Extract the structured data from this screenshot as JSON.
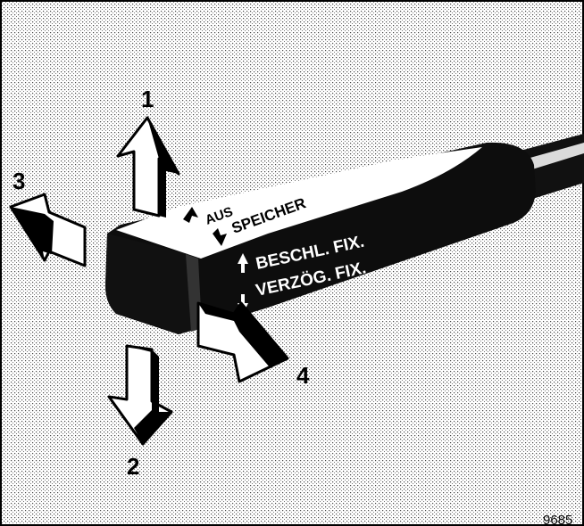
{
  "arrows": [
    {
      "id": "1",
      "label": "1"
    },
    {
      "id": "2",
      "label": "2"
    },
    {
      "id": "3",
      "label": "3"
    },
    {
      "id": "4",
      "label": "4"
    }
  ],
  "stalk_text": {
    "top_line1": "AUS",
    "top_line2": "SPEICHER",
    "side_line1": "BESCHL. FIX.",
    "side_line2": "VERZÖG. FIX."
  },
  "figure_number": "9685"
}
